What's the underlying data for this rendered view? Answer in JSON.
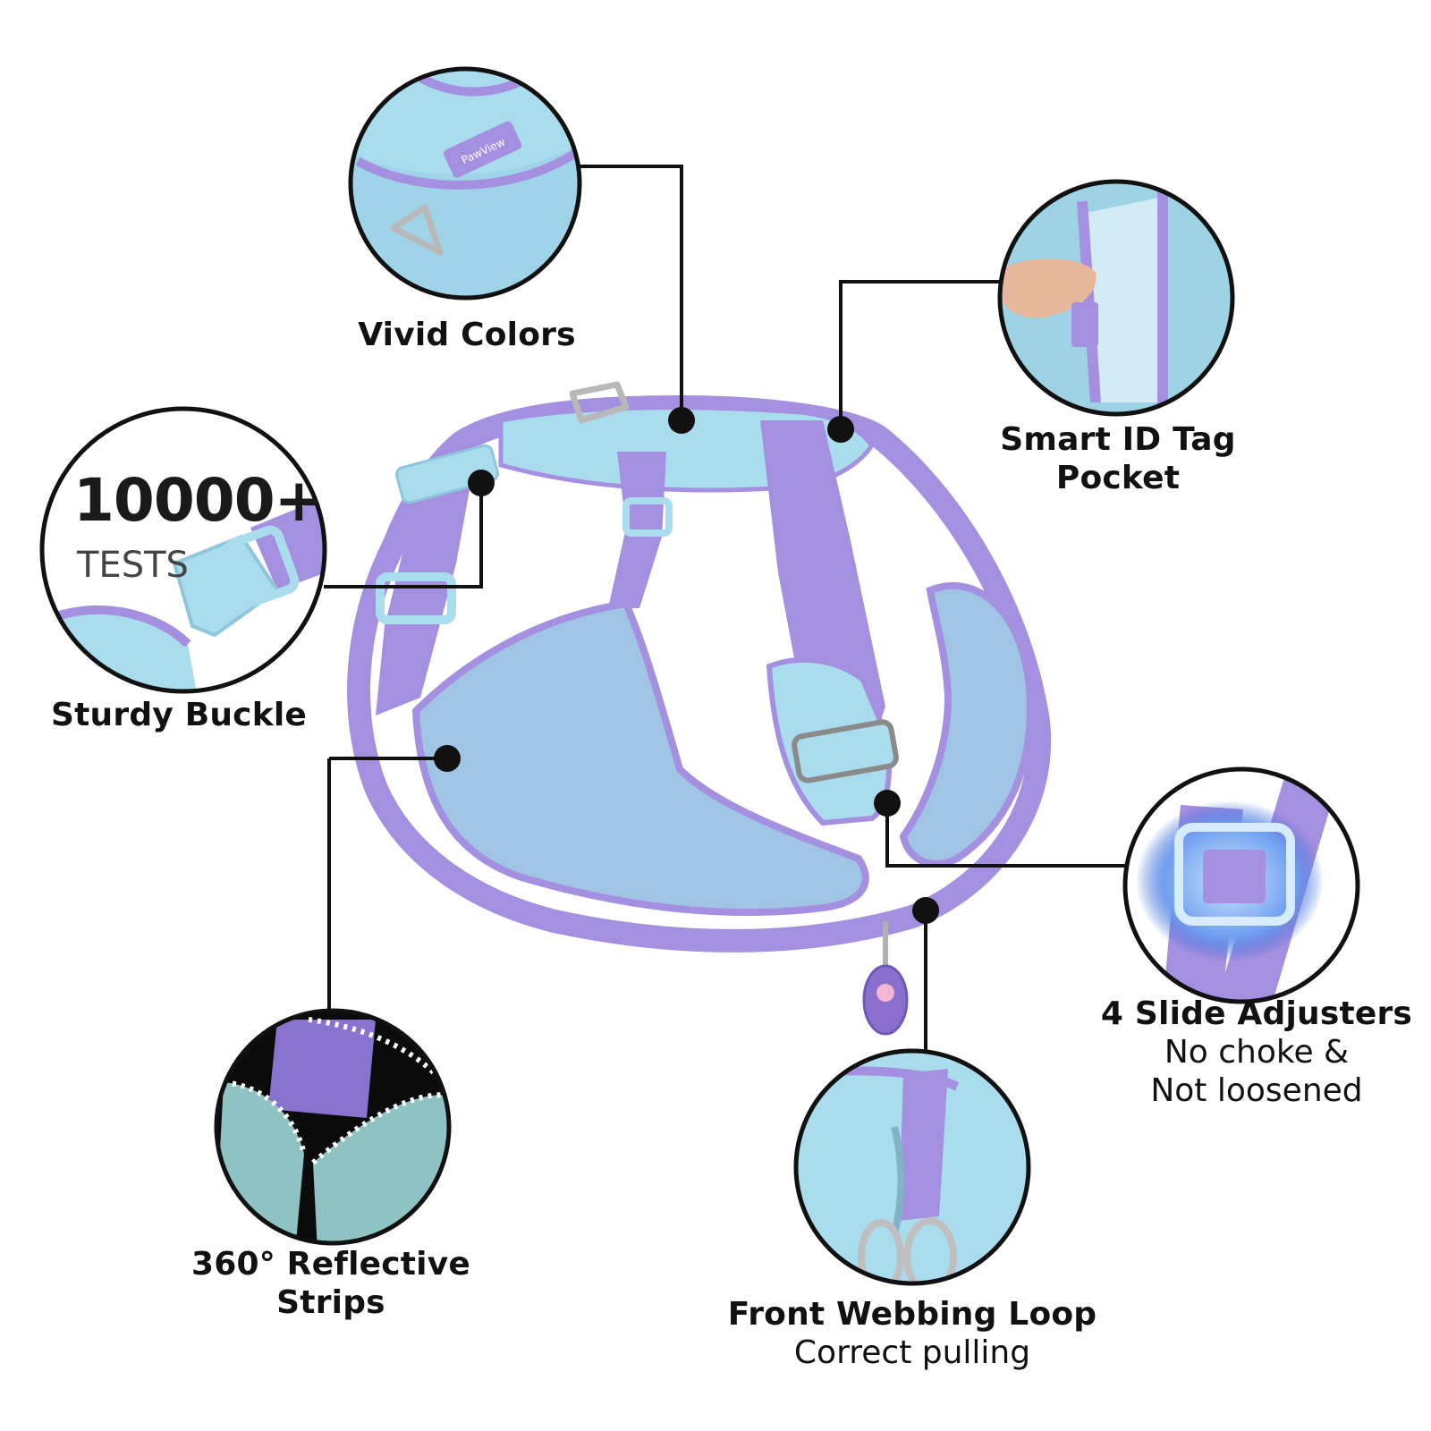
{
  "features": {
    "vivid_colors": {
      "title": "Vivid Colors"
    },
    "smart_id_tag": {
      "title_line1": "Smart ID Tag",
      "title_line2": "Pocket"
    },
    "sturdy_buckle": {
      "title": "Sturdy Buckle",
      "badge_number": "10000+",
      "badge_text": "TESTS"
    },
    "slide_adjusters": {
      "title": "4 Slide Adjusters",
      "sub_line1": "No choke &",
      "sub_line2": "Not loosened"
    },
    "reflective": {
      "title_line1": "360° Reflective",
      "title_line2": "Strips"
    },
    "webbing_loop": {
      "title": "Front Webbing Loop",
      "subtitle": "Correct pulling"
    }
  },
  "brand_tag": "PawView",
  "colors": {
    "lavender": "#a58fe0",
    "lavender_dark": "#8a72cf",
    "aqua": "#a9dcec",
    "aqua_dark": "#8ec6dc",
    "mesh": "#9fc4e4",
    "ink": "#111111"
  },
  "icons": [
    "callout-dot-icon",
    "d-ring-icon",
    "buckle-icon",
    "slide-adjuster-icon",
    "id-tag-icon"
  ]
}
